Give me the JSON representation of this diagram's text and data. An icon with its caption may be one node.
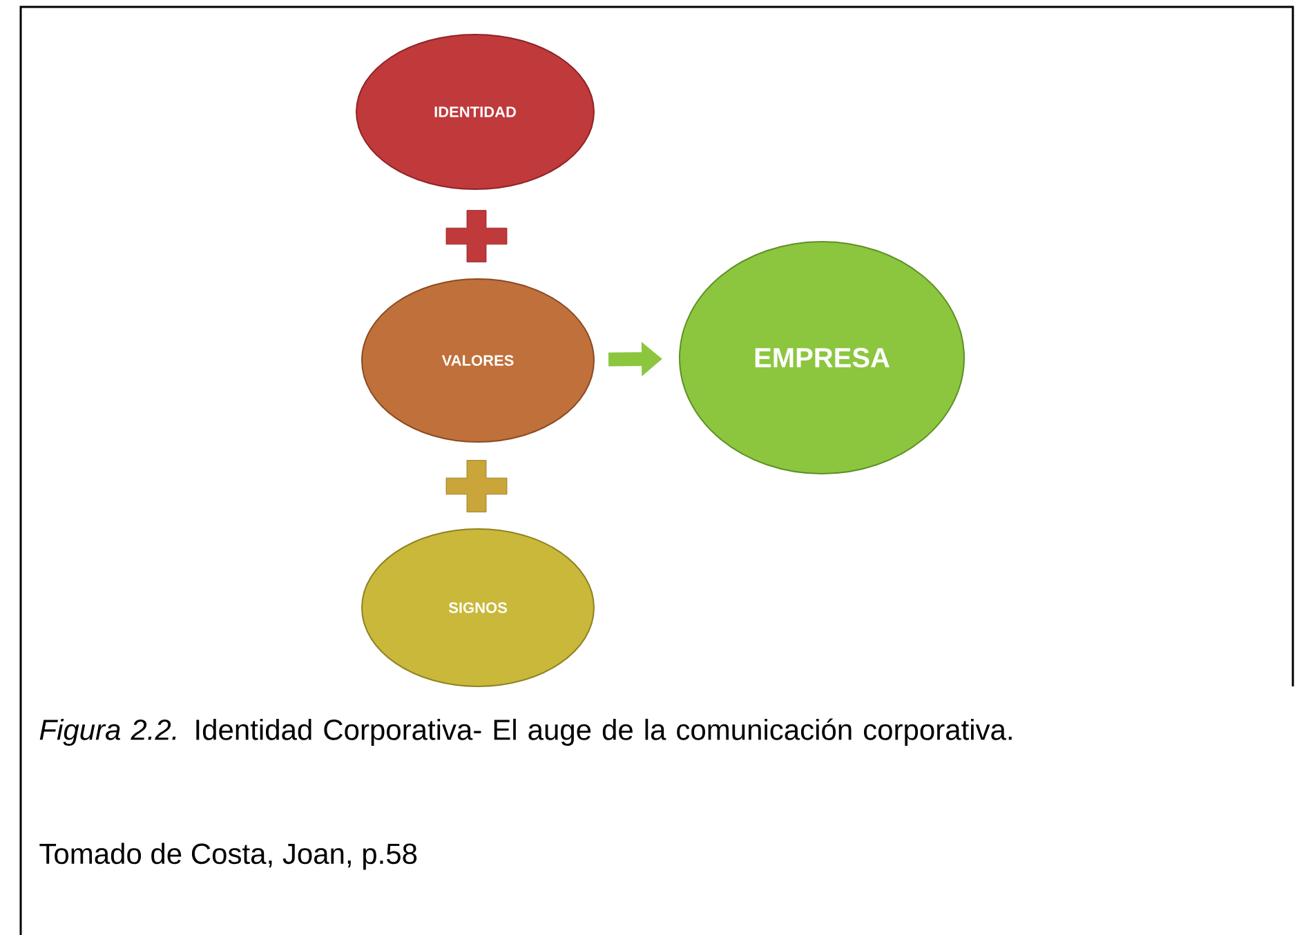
{
  "diagram": {
    "caption": "*Figura 2.2.* Identidad Corporativa- El auge de la comunicación corporativa.",
    "nodes": [
      {
        "text": [
          "IDENTIDAD"
        ]
      },
      {
        "text": [
          "VALORES"
        ]
      },
      {
        "text": [
          "EMPRESA"
        ]
      },
      {
        "text": [
          "SIGNOS"
        ]
      }
    ],
    "edges": [
      {
        "from": 1,
        "to": 2,
        "arrow": "to"
      }
    ],
    "labels": [
      "Tomado de Costa, Joan, p.58"
    ]
  }
}
